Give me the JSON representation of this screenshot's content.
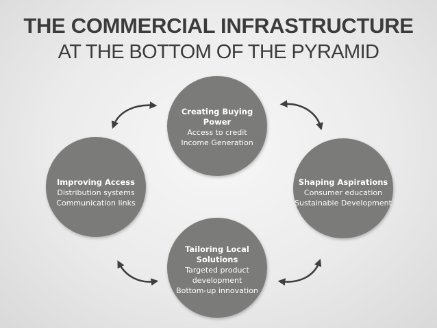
{
  "title": {
    "line1": "THE COMMERCIAL INFRASTRUCTURE",
    "line2": "AT THE BOTTOM OF THE PYRAMID"
  },
  "nodes": {
    "top": {
      "heading_line1": "Creating Buying",
      "heading_line2": "Power",
      "items": [
        "Access to credit",
        "Income Generation"
      ]
    },
    "left": {
      "heading_line1": "Improving Access",
      "items": [
        "Distribution systems",
        "Communication links"
      ]
    },
    "right": {
      "heading_line1": "Shaping Aspirations",
      "items": [
        "Consumer education",
        "Sustainable Development"
      ]
    },
    "bottom": {
      "heading_line1": "Tailoring Local",
      "heading_line2": "Solutions",
      "items": [
        "Targeted product",
        "development",
        "Bottom-up innovation"
      ]
    }
  },
  "colors": {
    "circle": "#7b7c79",
    "title": "#3b3b3b",
    "arrow": "#3f3f3f",
    "background": "#ebebeb"
  },
  "icons": {
    "connector": "curved-double-arrow-icon"
  }
}
